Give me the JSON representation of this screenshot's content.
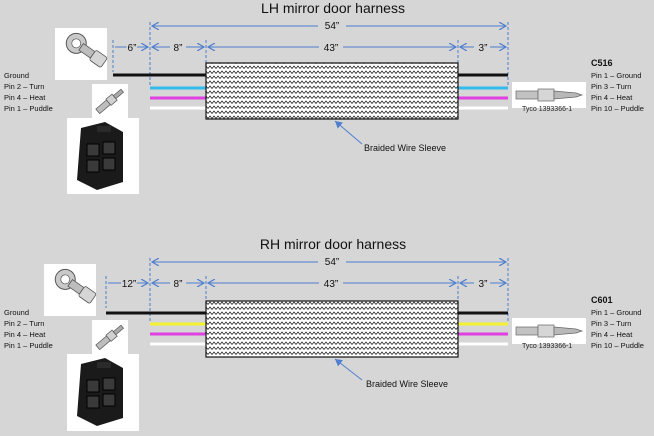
{
  "colors": {
    "background": "#d6d6d6",
    "dimension": "#4f7fcf",
    "wire_black": "#111111",
    "wire_blue": "#33bbee",
    "wire_magenta": "#e040e0",
    "wire_white": "#ffffff",
    "wire_yellow": "#f2f230"
  },
  "harnesses": [
    {
      "title": "LH mirror door harness",
      "total_length": "54”",
      "left_lead": "6”",
      "segment_left": "8”",
      "segment_middle": "43”",
      "segment_right": "3”",
      "left_pins": [
        "Ground",
        "Pin 2 – Turn",
        "Pin 4 – Heat",
        "Pin 1 – Puddle"
      ],
      "connector_id": "C516",
      "right_pins": [
        "Pin 1 – Ground",
        "Pin 3 – Turn",
        "Pin 4 – Heat",
        "Pin 10 – Puddle"
      ],
      "terminal_part": "Tyco 1393366-1",
      "sleeve_label": "Braided Wire Sleeve",
      "wire_colors": [
        "wire_black",
        "wire_blue",
        "wire_magenta",
        "wire_white"
      ],
      "icons": [
        "ring-terminal-icon",
        "pin-terminal-icon",
        "connector-housing-icon",
        "tyco-terminal-icon"
      ]
    },
    {
      "title": "RH mirror door harness",
      "total_length": "54”",
      "left_lead": "12”",
      "segment_left": "8”",
      "segment_middle": "43”",
      "segment_right": "3”",
      "left_pins": [
        "Ground",
        "Pin 2 – Turn",
        "Pin 4 – Heat",
        "Pin 1 – Puddle"
      ],
      "connector_id": "C601",
      "right_pins": [
        "Pin 1 – Ground",
        "Pin 3 – Turn",
        "Pin 4 – Heat",
        "Pin 10 – Puddle"
      ],
      "terminal_part": "Tyco 1393366-1",
      "sleeve_label": "Braided Wire Sleeve",
      "wire_colors": [
        "wire_black",
        "wire_yellow",
        "wire_magenta",
        "wire_white"
      ],
      "icons": [
        "ring-terminal-icon",
        "pin-terminal-icon",
        "connector-housing-icon",
        "tyco-terminal-icon"
      ]
    }
  ]
}
